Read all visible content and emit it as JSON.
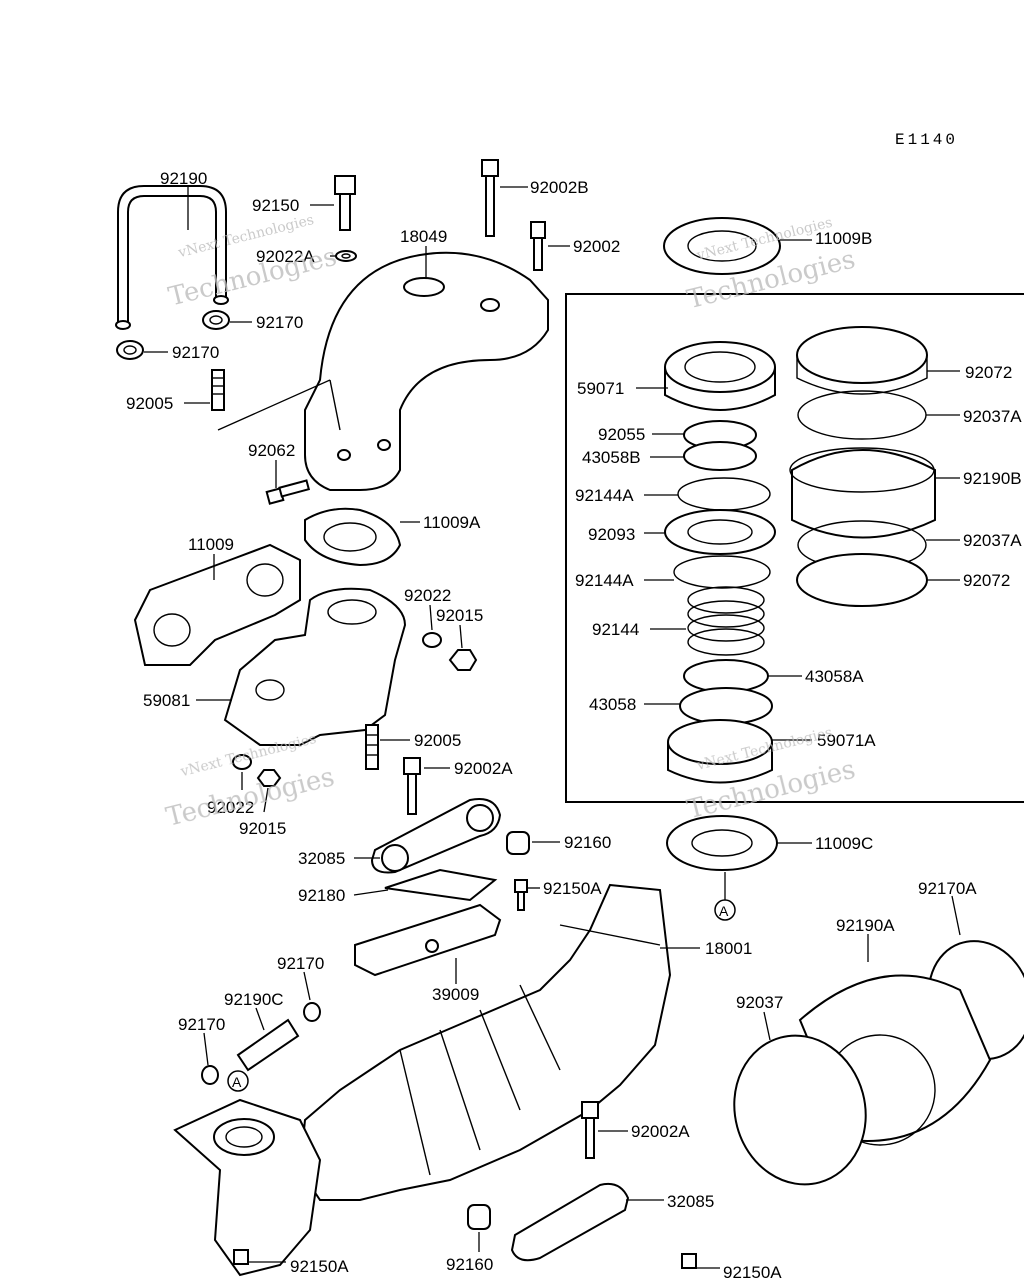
{
  "diagram_code": "E1140",
  "watermark": {
    "line1": "vNext Technologies",
    "line2": "Technologies"
  },
  "reference_marker": "A",
  "labels": {
    "p92190": "92190",
    "p92150_top": "92150",
    "p92022A": "92022A",
    "p92170_a": "92170",
    "p92170_b": "92170",
    "p92005_top": "92005",
    "p92062": "92062",
    "p18049": "18049",
    "p92002B": "92002B",
    "p92002": "92002",
    "p11009B": "11009B",
    "p11009A": "11009A",
    "p11009": "11009",
    "p92022_a": "92022",
    "p92015_a": "92015",
    "p59081": "59081",
    "p92005_mid": "92005",
    "p92022_b": "92022",
    "p92015_b": "92015",
    "p92002A_top": "92002A",
    "p32085_top": "32085",
    "p92160_top": "92160",
    "p92180": "92180",
    "p92150A_mid": "92150A",
    "p39009": "39009",
    "p18001": "18001",
    "p92170_c": "92170",
    "p92190C": "92190C",
    "p92170_d": "92170",
    "p59071": "59071",
    "p92055": "92055",
    "p43058B": "43058B",
    "p92144A_a": "92144A",
    "p92093": "92093",
    "p92144A_b": "92144A",
    "p92144": "92144",
    "p43058A": "43058A",
    "p43058": "43058",
    "p59071A": "59071A",
    "p92072_a": "92072",
    "p92037A_a": "92037A",
    "p92190B": "92190B",
    "p92037A_b": "92037A",
    "p92072_b": "92072",
    "p11009C": "11009C",
    "p92170A": "92170A",
    "p92190A": "92190A",
    "p92037": "92037",
    "p92002A_bot": "92002A",
    "p32085_bot": "32085",
    "p92160_bot": "92160",
    "p92150A_bl": "92150A",
    "p92150A_br": "92150A"
  }
}
